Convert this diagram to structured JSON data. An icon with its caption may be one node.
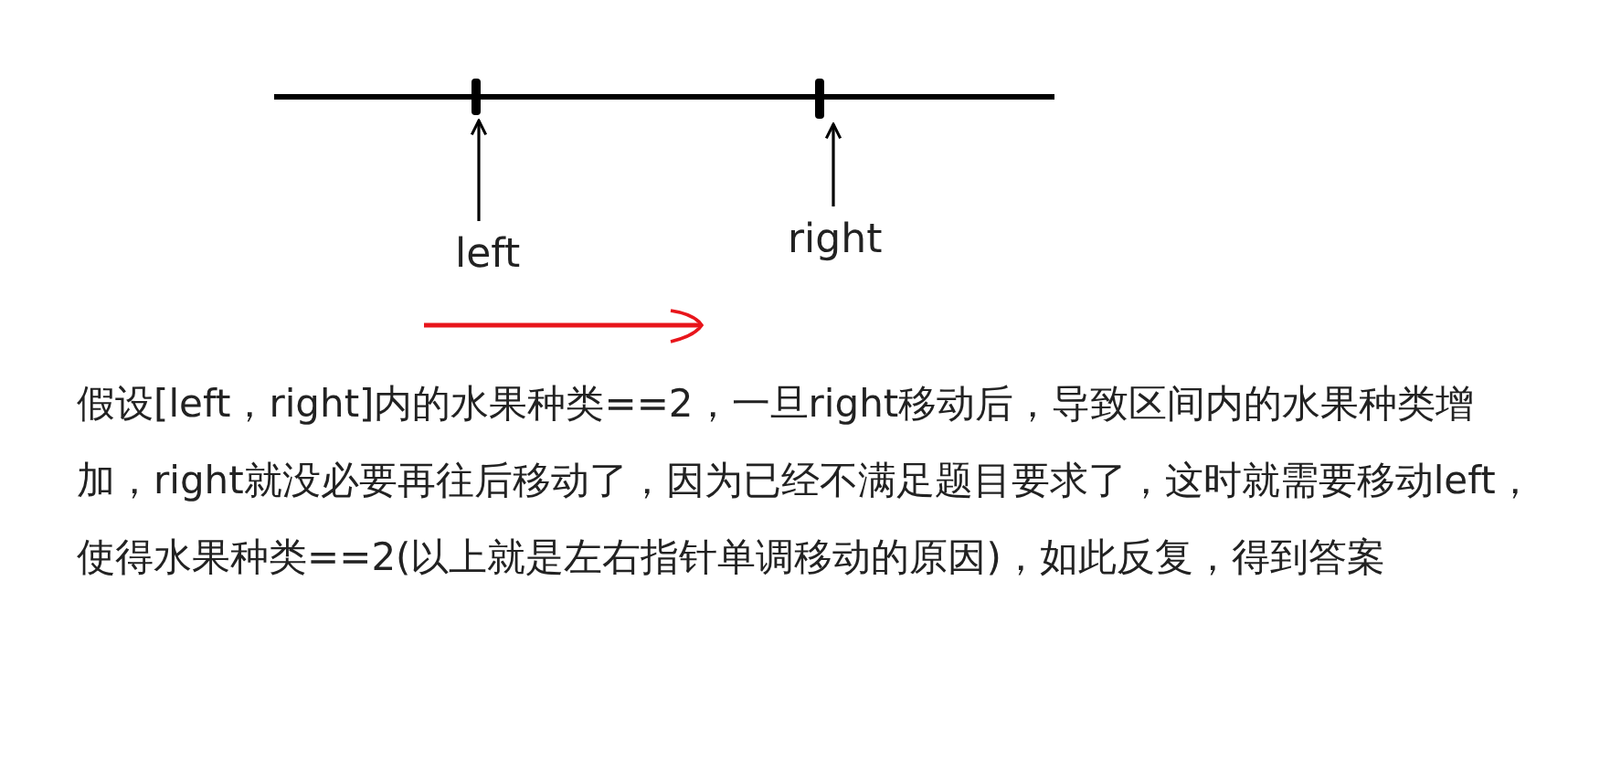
{
  "diagram": {
    "nodes": [
      {
        "text": [],
        "shape": "bar"
      },
      {
        "text": [],
        "shape": "bar"
      },
      {
        "text": [
          "left"
        ]
      },
      {
        "text": [
          "right"
        ]
      }
    ],
    "edges": [
      {
        "from": 2,
        "to": 0,
        "arrow": "to"
      },
      {
        "from": 3,
        "to": 1,
        "arrow": "to"
      }
    ],
    "labels": [
      "假设[left，right]内的水果种类==2，一旦right移动后，导致区间内的水果种类增加，right就没必要再往后移动了，因为已经不满足题目要求了，这时就需要移动left，使得水果种类==2(以上就是左右指针单调移动的原因)，如此反复，得到答案"
    ]
  }
}
